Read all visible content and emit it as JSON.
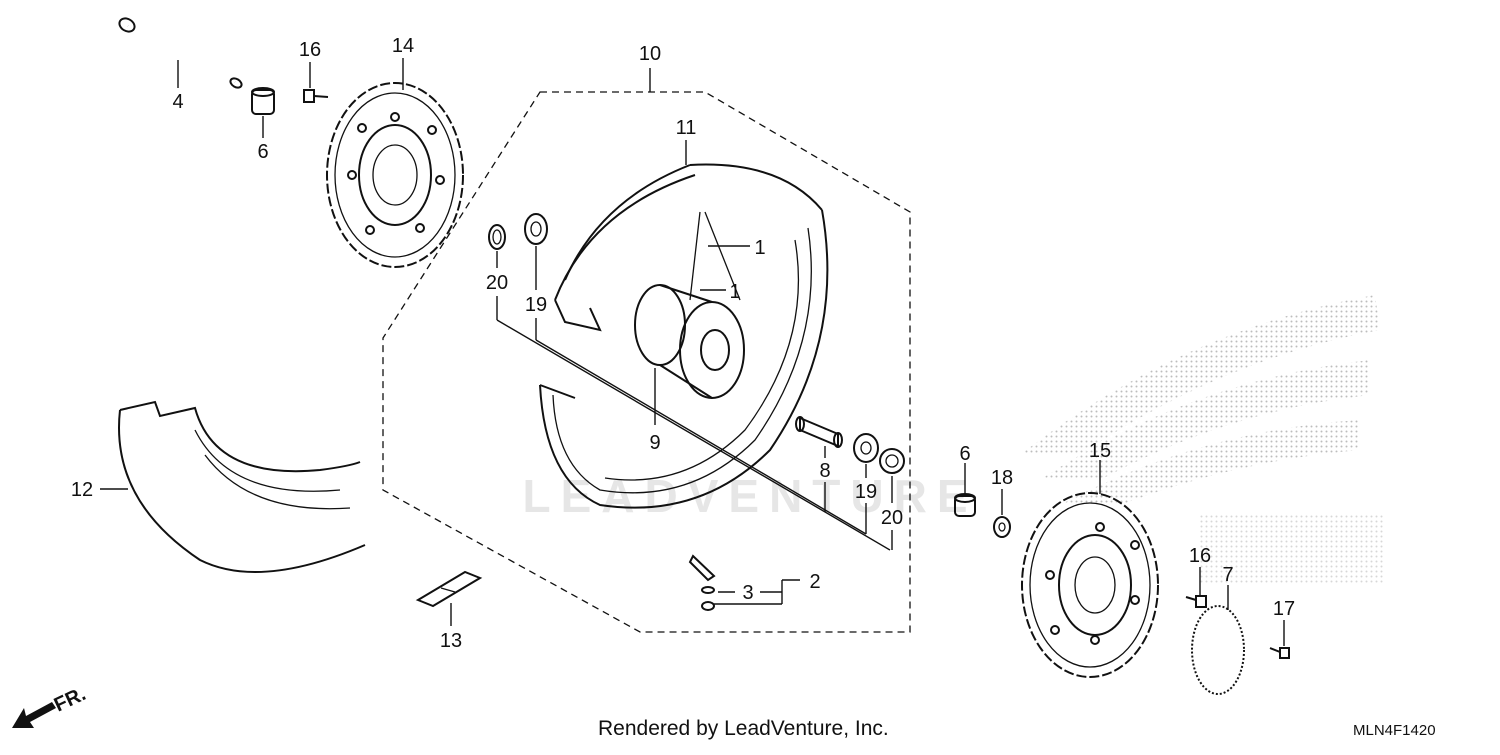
{
  "diagram_code": "MLN4F1420",
  "footer_credit": "Rendered by LeadVenture, Inc.",
  "watermark": "LEADVENTURE",
  "direction_label": "FR.",
  "callouts": {
    "c1a": "1",
    "c1b": "1",
    "c2": "2",
    "c3": "3",
    "c4": "4",
    "c6a": "6",
    "c6b": "6",
    "c7": "7",
    "c8": "8",
    "c9": "9",
    "c10": "10",
    "c11": "11",
    "c12": "12",
    "c13": "13",
    "c14": "14",
    "c15": "15",
    "c16a": "16",
    "c16b": "16",
    "c17": "17",
    "c18": "18",
    "c19a": "19",
    "c19b": "19",
    "c20a": "20",
    "c20b": "20"
  }
}
